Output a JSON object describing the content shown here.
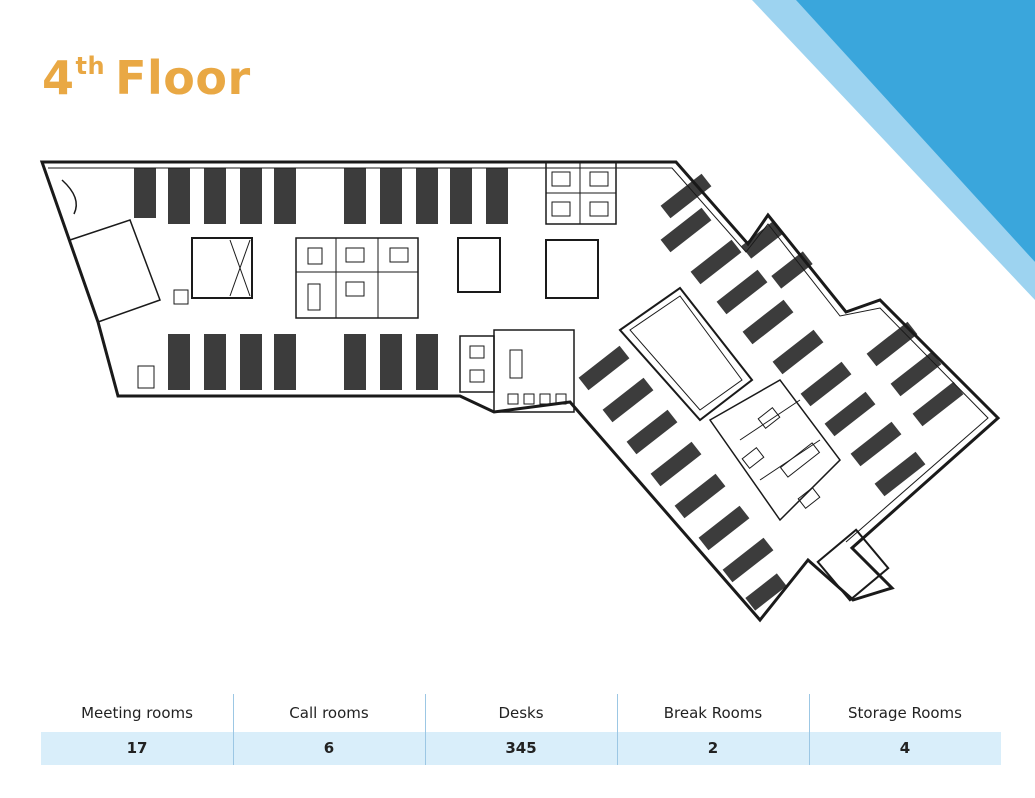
{
  "colors": {
    "title": "#e9a844",
    "accent_dark": "#3aa6dc",
    "accent_light": "#9dd3f0",
    "table_band": "#d9eefa",
    "line": "#1a1a1a"
  },
  "title": {
    "main": "Floor",
    "number": "4",
    "superscript": "th"
  },
  "stats": [
    {
      "label": "Meeting rooms",
      "value": "17"
    },
    {
      "label": "Call rooms",
      "value": "6"
    },
    {
      "label": "Desks",
      "value": "345"
    },
    {
      "label": "Break Rooms",
      "value": "2"
    },
    {
      "label": "Storage Rooms",
      "value": "4"
    }
  ]
}
